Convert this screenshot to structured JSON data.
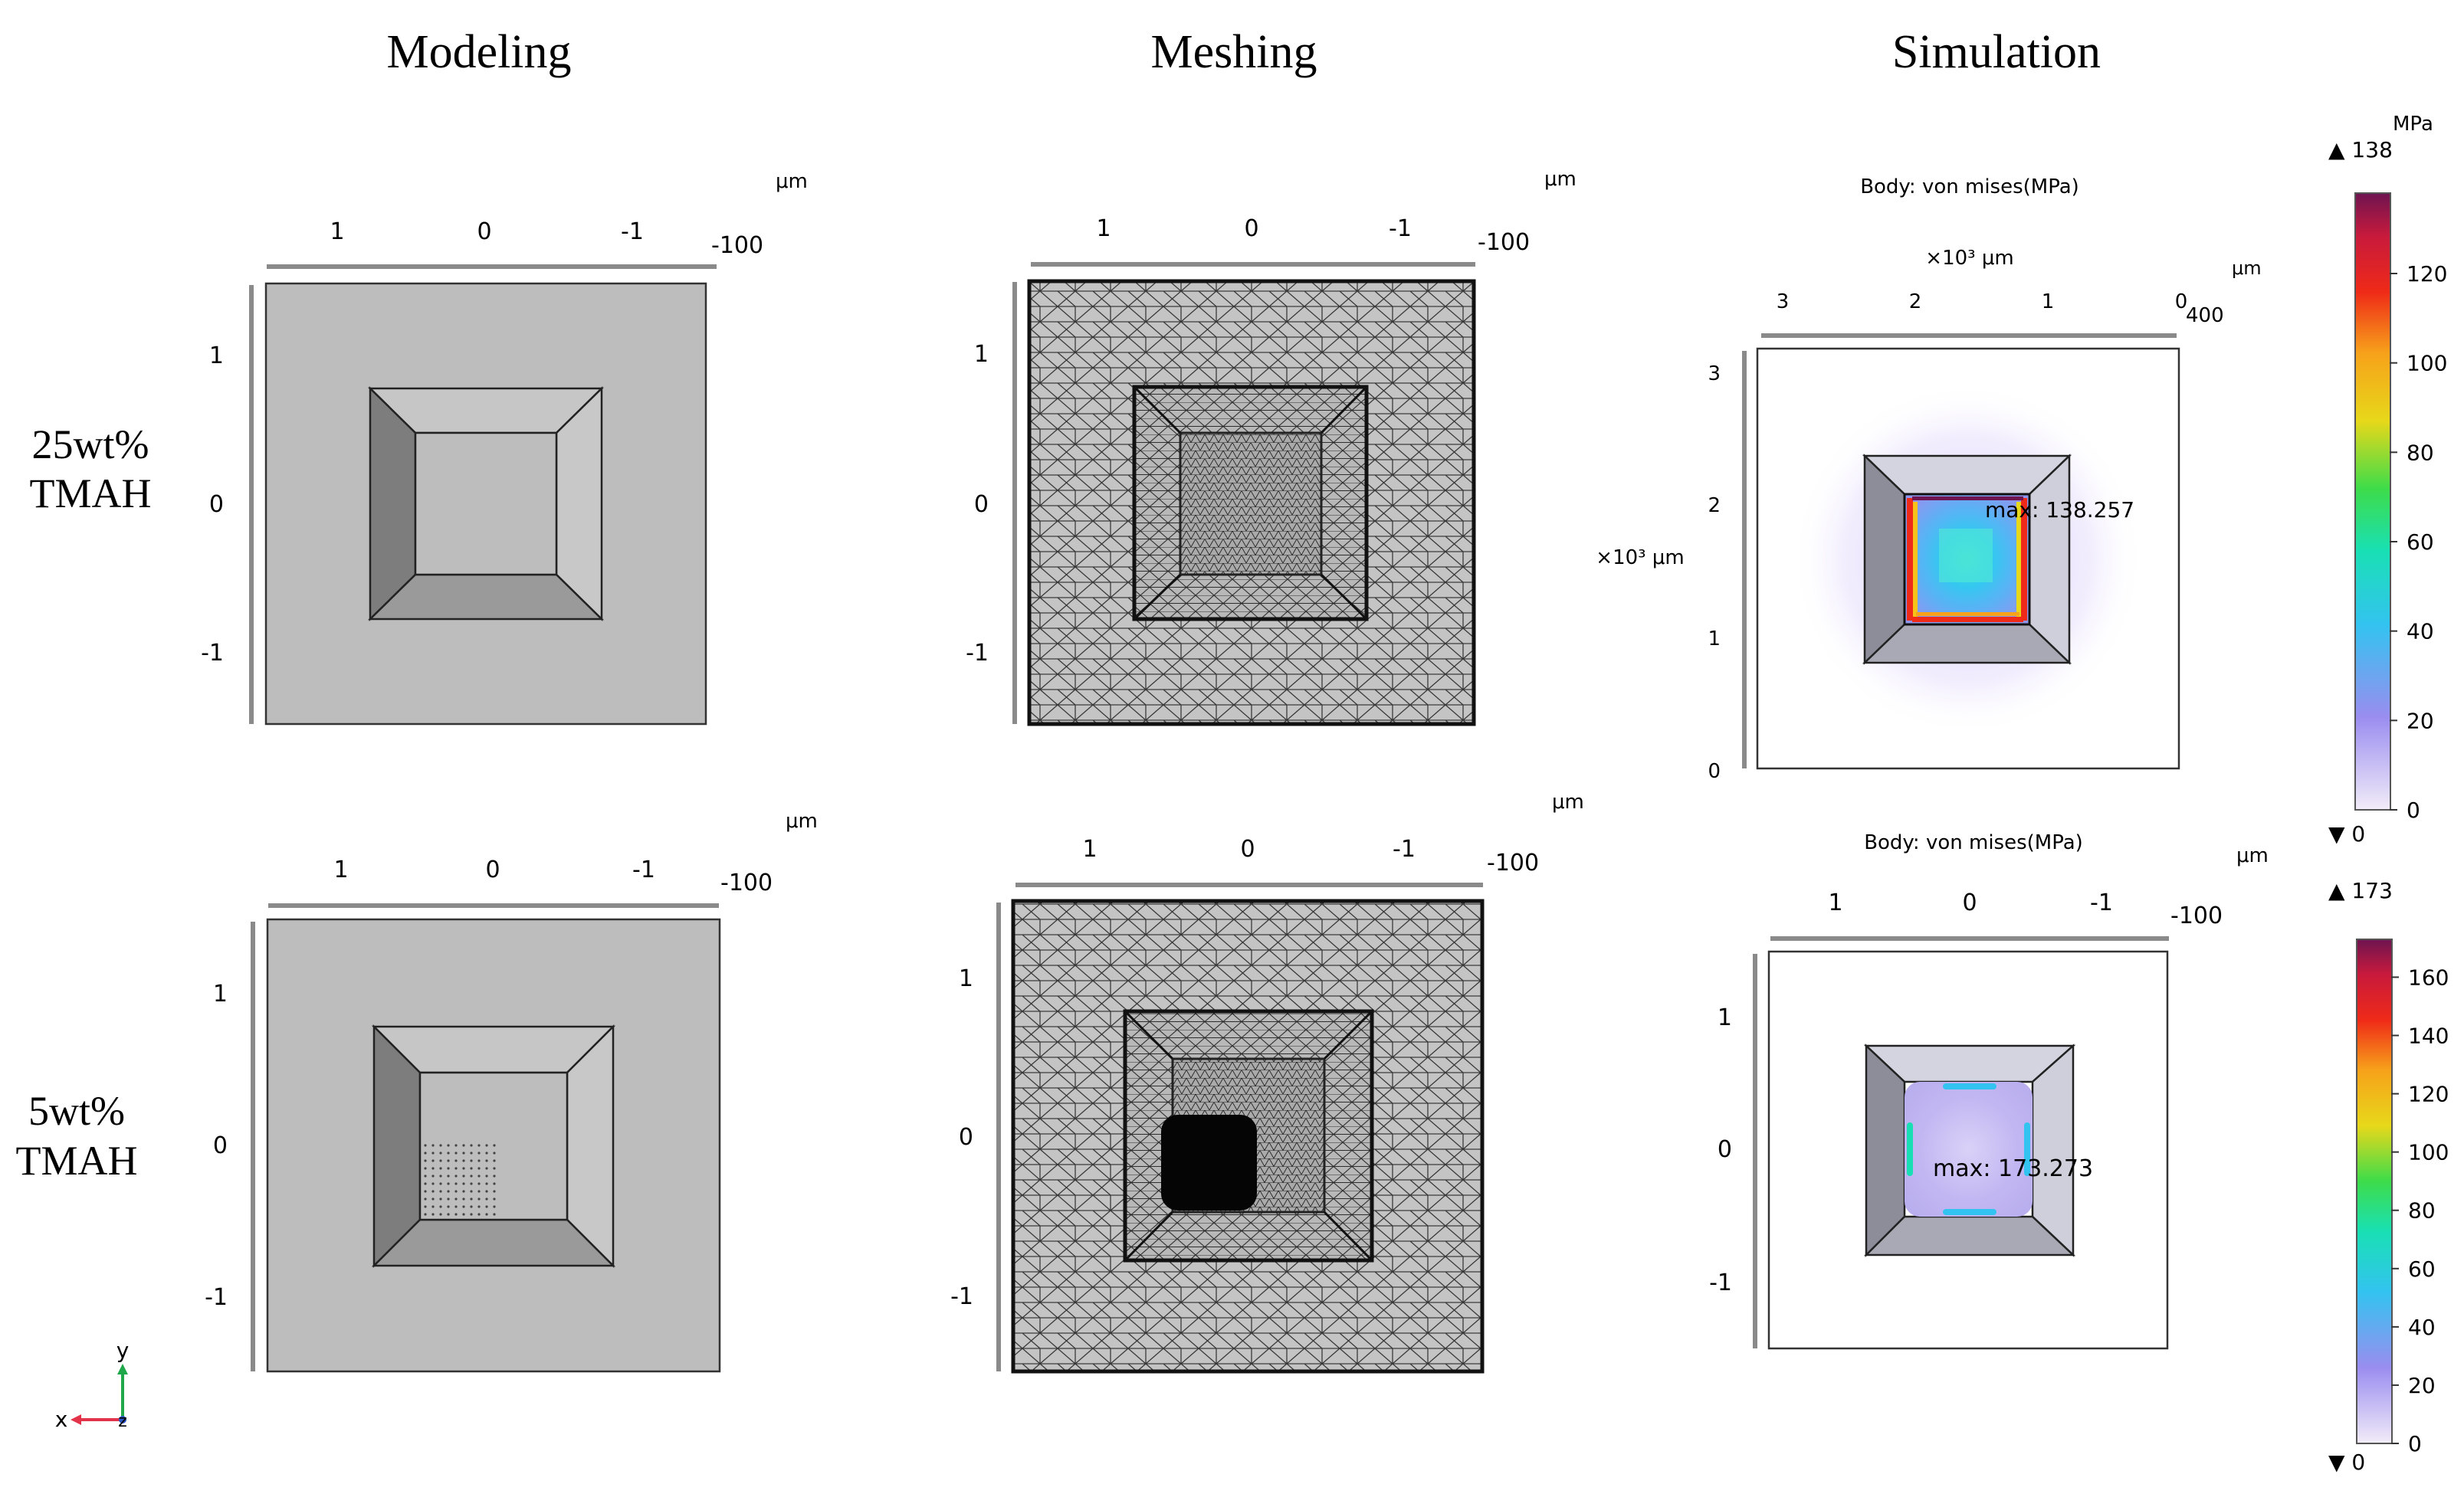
{
  "columns": {
    "modeling": "Modeling",
    "meshing": "Meshing",
    "simulation": "Simulation"
  },
  "rows": [
    {
      "line1": "25wt%",
      "line2": "TMAH"
    },
    {
      "line1": "5wt%",
      "line2": "TMAH"
    }
  ],
  "axis": {
    "um": "μm",
    "x_ticks": [
      "1",
      "0",
      "-1",
      "-100"
    ],
    "y_ticks": [
      "1",
      "0",
      "-1"
    ],
    "sim1_x_ticks": [
      "3",
      "2",
      "1",
      "0",
      "400"
    ],
    "sim1_y_ticks": [
      "3",
      "2",
      "1",
      "0"
    ],
    "sim1_x_scale": "×10³ μm",
    "sim1_y_scale": "×10³ μm"
  },
  "simulation": {
    "panel_title": "Body: von mises(MPa)",
    "row1_max": "max: 138.257",
    "row2_max": "max: 173.273"
  },
  "colorbars": [
    {
      "unit": "MPa",
      "max_label": "▲ 138",
      "min_label": "▼ 0",
      "ticks": [
        "120",
        "100",
        "80",
        "60",
        "40",
        "20",
        "0"
      ],
      "max_value": 138
    },
    {
      "unit": "",
      "max_label": "▲ 173",
      "min_label": "▼ 0",
      "ticks": [
        "160",
        "140",
        "120",
        "100",
        "80",
        "60",
        "40",
        "20",
        "0"
      ],
      "max_value": 173
    }
  ],
  "triad": {
    "y": "y",
    "x": "x",
    "z": "z"
  },
  "colors": {
    "panel_gray": "#bdbdbd",
    "ramp": [
      "#f2ecf8",
      "#9a8df0",
      "#33c3f0",
      "#19e0b4",
      "#3ddc4a",
      "#e7d81a",
      "#f7a21a",
      "#ef2a18",
      "#c81a3c",
      "#6e1450"
    ]
  }
}
